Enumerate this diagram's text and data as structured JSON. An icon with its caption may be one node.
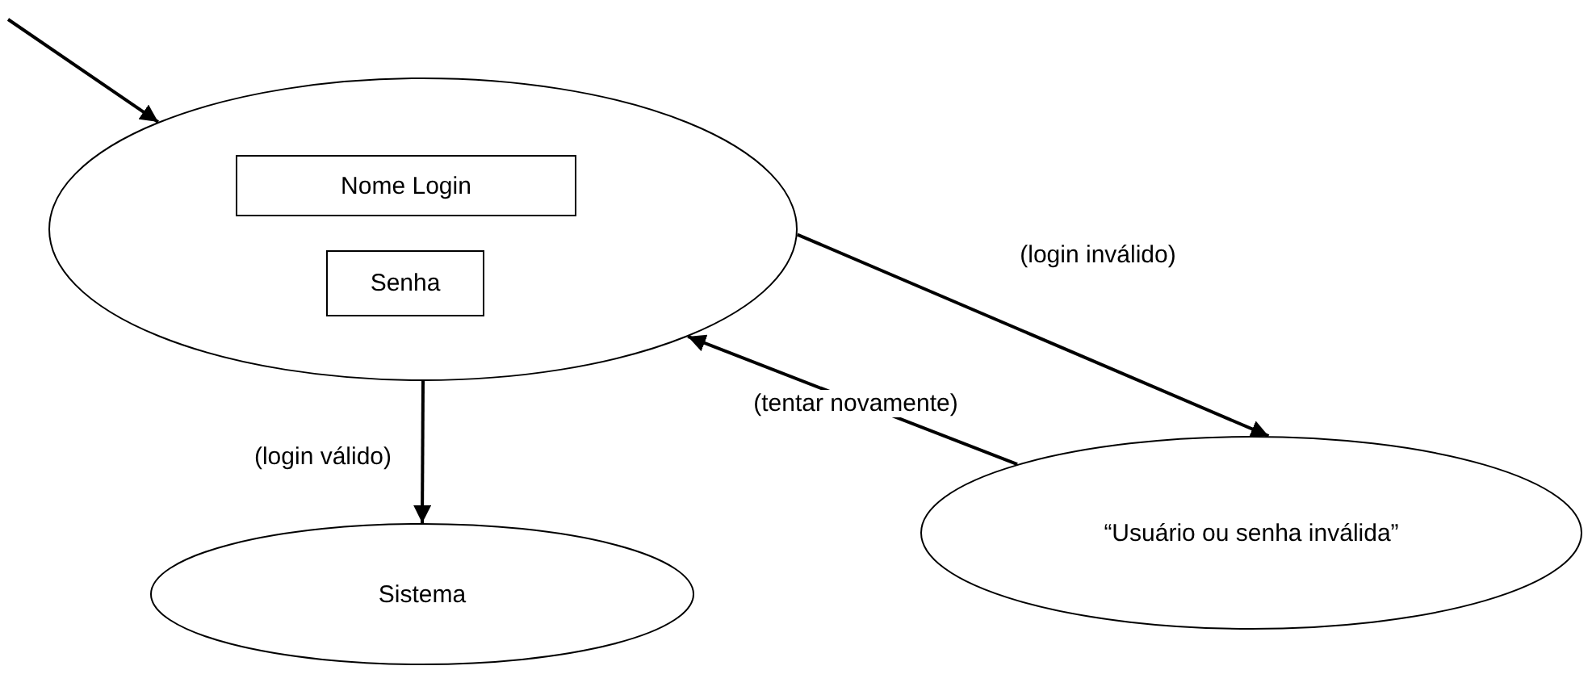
{
  "diagram": {
    "nodes": [
      {
        "text": [],
        "shape": "ellipse"
      },
      {
        "text": [
          "Nome Login"
        ],
        "in": 0
      },
      {
        "text": [
          "Senha"
        ],
        "in": 0
      },
      {
        "text": [
          "Sistema"
        ]
      },
      {
        "text": [
          "“Usuário ou senha inválida”"
        ]
      }
    ],
    "edges": [
      {
        "from": null,
        "to": 0,
        "arrow": "to"
      },
      {
        "from": 0,
        "to": 3,
        "arrow": "to",
        "label": "(login válido)"
      },
      {
        "from": 0,
        "to": 4,
        "arrow": "to",
        "label": "(login inválido)"
      },
      {
        "from": 4,
        "to": 0,
        "arrow": "to",
        "label": "(tentar novamente)"
      }
    ]
  }
}
